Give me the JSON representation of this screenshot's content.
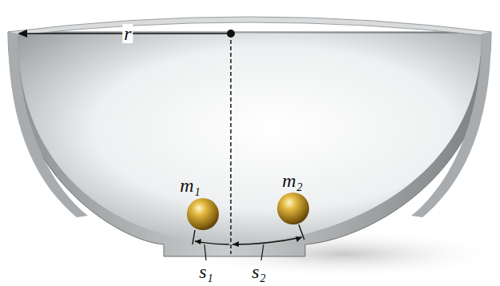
{
  "diagram": {
    "labels": [
      "r",
      "m₁",
      "m₂",
      "s₁",
      "s₂"
    ]
  }
}
